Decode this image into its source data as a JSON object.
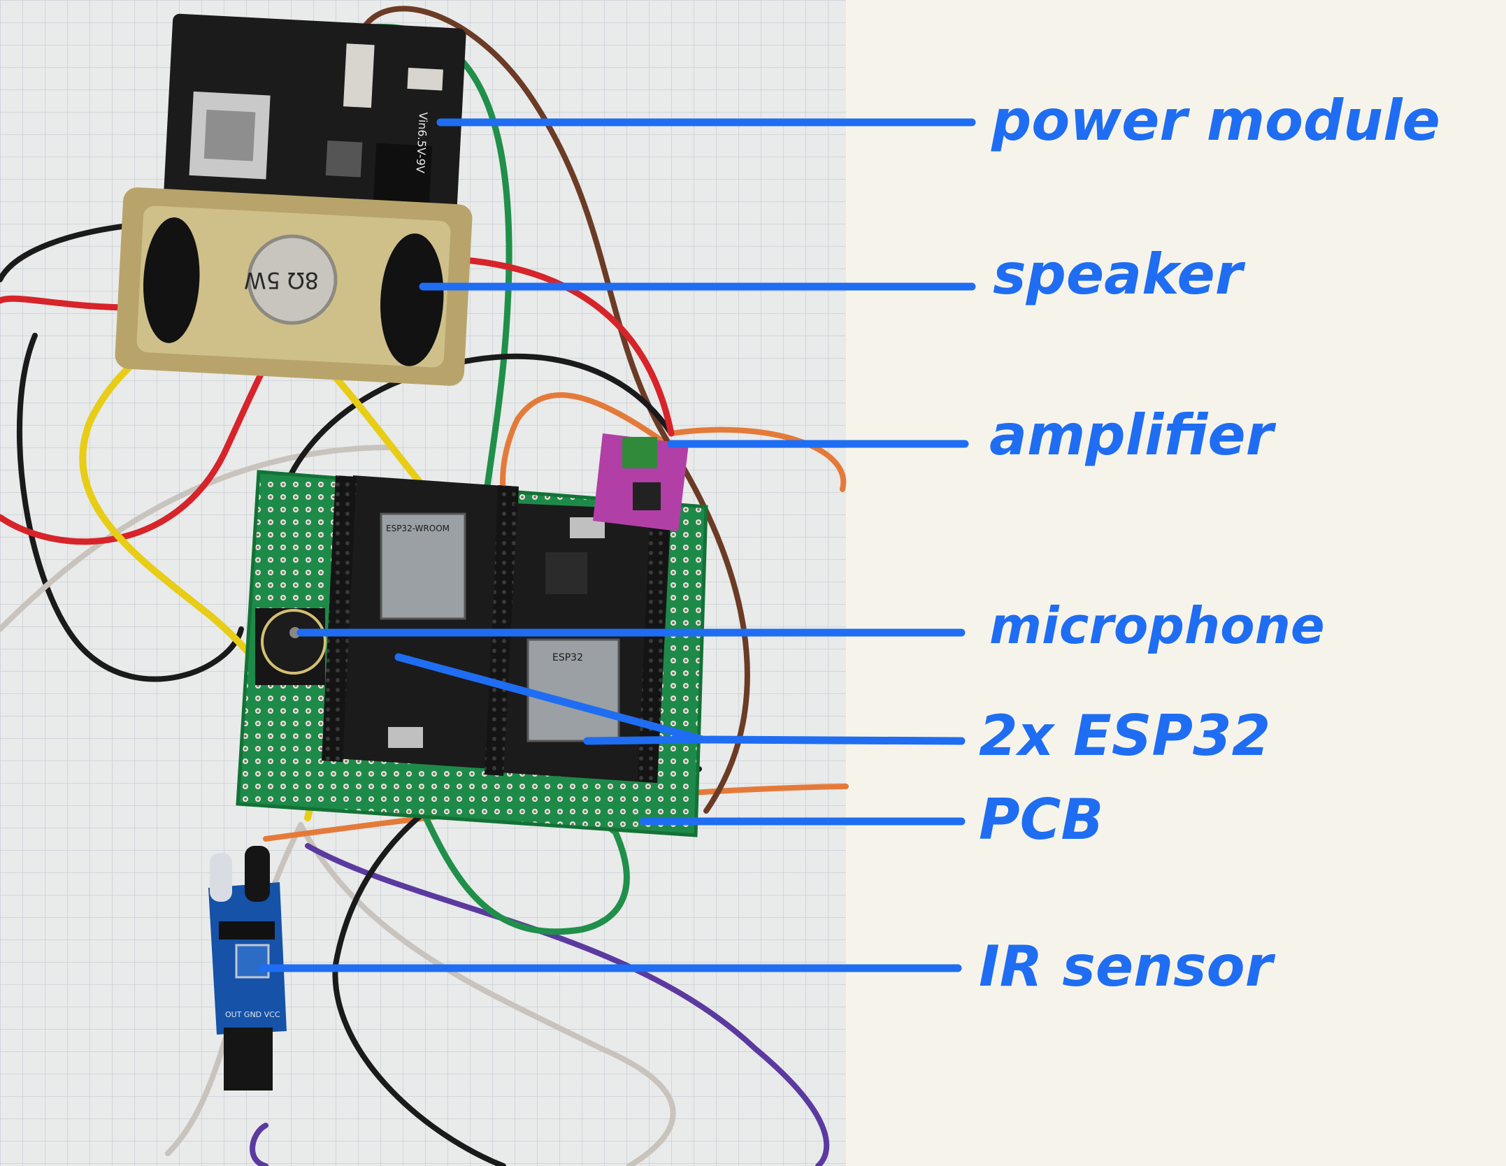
{
  "colors": {
    "annotation": "#1f6df2",
    "background": "#f6f4ea",
    "grid_paper": "#e9eaea",
    "grid_line": "#c9cfd6",
    "pcb": "#1e8a4a",
    "board_black": "#1b1b1b",
    "amplifier": "#b23fa6",
    "ir_sensor": "#1552a8"
  },
  "labels": {
    "power_module": "power module",
    "speaker": "speaker",
    "amplifier": "amplifier",
    "microphone": "microphone",
    "esp32": "2x ESP32",
    "pcb": "PCB",
    "ir_sensor": "IR sensor"
  },
  "board_text": {
    "power_vin": "Vin6.5V-9V",
    "speaker_rating": "8Ω 5W",
    "esp_module_1": "ESP32-WROOM",
    "esp_module_2": "ESP32",
    "ir_pins": "OUT GND VCC"
  },
  "icons": [
    "power-module-photo",
    "speaker-photo",
    "amplifier-photo",
    "microphone-photo",
    "esp32-board-photo",
    "pcb-photo",
    "ir-sensor-photo",
    "wire-bundle"
  ]
}
